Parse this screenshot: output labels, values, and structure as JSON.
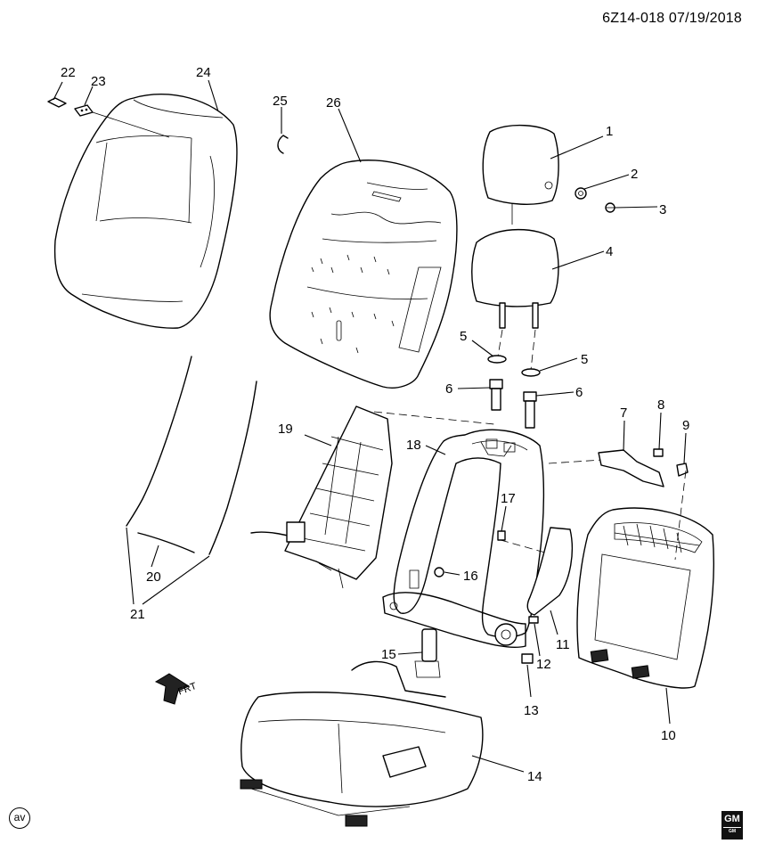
{
  "header": {
    "doc_id": "6Z14-018 07/19/2018"
  },
  "diagram": {
    "callouts": [
      "1",
      "2",
      "3",
      "4",
      "5",
      "5",
      "6",
      "6",
      "7",
      "8",
      "9",
      "10",
      "11",
      "12",
      "13",
      "14",
      "15",
      "16",
      "17",
      "18",
      "19",
      "20",
      "21",
      "22",
      "23",
      "24",
      "25",
      "26"
    ],
    "direction_label": "FRT"
  },
  "footer": {
    "badge": "av",
    "logo_text": "GM",
    "logo_sub": "GM"
  }
}
